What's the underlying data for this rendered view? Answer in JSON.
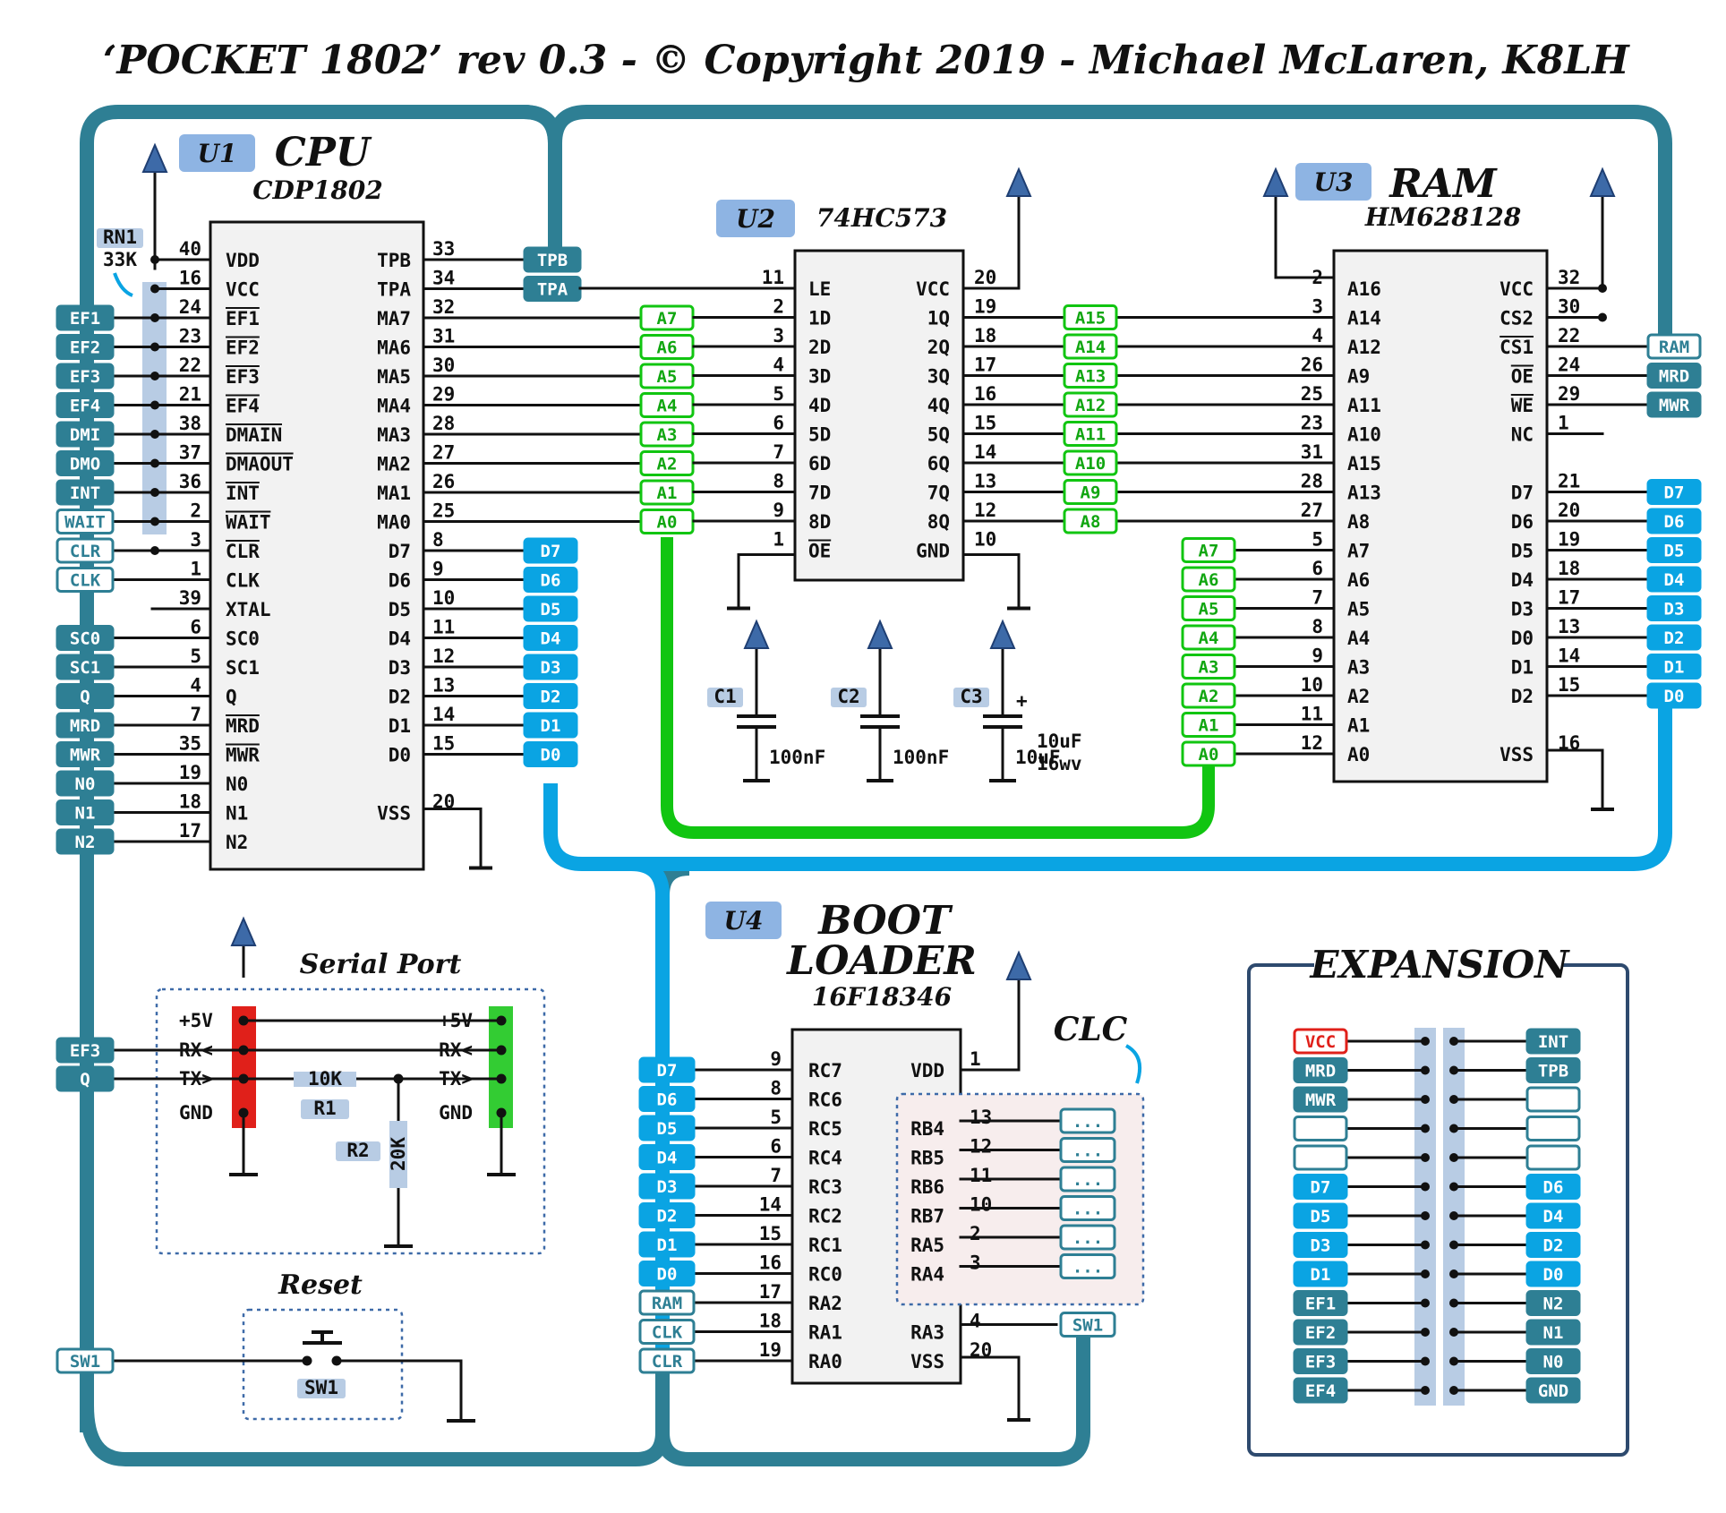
{
  "title": "‘POCKET 1802’ rev 0.3 - © Copyright 2019 - Michael McLaren, K8LH",
  "colors": {
    "bus": "#2e7f94",
    "data": "#0aa4e3",
    "addr": "#11c511",
    "badge": "#8eb4e3",
    "chip_fill": "#f2f2f2",
    "red": "#e0201a",
    "green_hdr": "#33cc33",
    "resnet": "#b8cce4"
  },
  "u1": {
    "badge": "U1",
    "name": "CPU",
    "part": "CDP1802",
    "rn1": "RN1",
    "rn1_val": "33K",
    "left": [
      {
        "pin": "40",
        "name": "VDD",
        "tag": ""
      },
      {
        "pin": "16",
        "name": "VCC",
        "tag": ""
      },
      {
        "pin": "24",
        "name": "EF1",
        "tag": "EF1",
        "over": true
      },
      {
        "pin": "23",
        "name": "EF2",
        "tag": "EF2",
        "over": true
      },
      {
        "pin": "22",
        "name": "EF3",
        "tag": "EF3",
        "over": true
      },
      {
        "pin": "21",
        "name": "EF4",
        "tag": "EF4",
        "over": true
      },
      {
        "pin": "38",
        "name": "DMAIN",
        "tag": "DMI",
        "over": true
      },
      {
        "pin": "37",
        "name": "DMAOUT",
        "tag": "DMO",
        "over": true
      },
      {
        "pin": "36",
        "name": "INT",
        "tag": "INT",
        "over": true
      },
      {
        "pin": "2",
        "name": "WAIT",
        "tag": "WAIT",
        "over": true,
        "outline": true
      },
      {
        "pin": "3",
        "name": "CLR",
        "tag": "CLR",
        "over": true,
        "outline": true
      },
      {
        "pin": "1",
        "name": "CLK",
        "tag": "CLK",
        "outline": true
      },
      {
        "pin": "39",
        "name": "XTAL",
        "tag": ""
      },
      {
        "pin": "6",
        "name": "SC0",
        "tag": "SC0"
      },
      {
        "pin": "5",
        "name": "SC1",
        "tag": "SC1"
      },
      {
        "pin": "4",
        "name": "Q",
        "tag": "Q"
      },
      {
        "pin": "7",
        "name": "MRD",
        "tag": "MRD",
        "over": true
      },
      {
        "pin": "35",
        "name": "MWR",
        "tag": "MWR",
        "over": true
      },
      {
        "pin": "19",
        "name": "N0",
        "tag": "N0"
      },
      {
        "pin": "18",
        "name": "N1",
        "tag": "N1"
      },
      {
        "pin": "17",
        "name": "N2",
        "tag": "N2"
      }
    ],
    "right": [
      {
        "pin": "33",
        "name": "TPB",
        "tag": "TPB"
      },
      {
        "pin": "34",
        "name": "TPA",
        "tag": "TPA"
      },
      {
        "pin": "32",
        "name": "MA7",
        "tag": "A7"
      },
      {
        "pin": "31",
        "name": "MA6",
        "tag": "A6"
      },
      {
        "pin": "30",
        "name": "MA5",
        "tag": "A5"
      },
      {
        "pin": "29",
        "name": "MA4",
        "tag": "A4"
      },
      {
        "pin": "28",
        "name": "MA3",
        "tag": "A3"
      },
      {
        "pin": "27",
        "name": "MA2",
        "tag": "A2"
      },
      {
        "pin": "26",
        "name": "MA1",
        "tag": "A1"
      },
      {
        "pin": "25",
        "name": "MA0",
        "tag": "A0"
      },
      {
        "pin": "8",
        "name": "D7",
        "tag": "D7"
      },
      {
        "pin": "9",
        "name": "D6",
        "tag": "D6"
      },
      {
        "pin": "10",
        "name": "D5",
        "tag": "D5"
      },
      {
        "pin": "11",
        "name": "D4",
        "tag": "D4"
      },
      {
        "pin": "12",
        "name": "D3",
        "tag": "D3"
      },
      {
        "pin": "13",
        "name": "D2",
        "tag": "D2"
      },
      {
        "pin": "14",
        "name": "D1",
        "tag": "D1"
      },
      {
        "pin": "15",
        "name": "D0",
        "tag": "D0"
      },
      {
        "pin": "",
        "name": "",
        "tag": ""
      },
      {
        "pin": "20",
        "name": "VSS",
        "tag": ""
      }
    ]
  },
  "u2": {
    "badge": "U2",
    "part": "74HC573",
    "left": [
      {
        "pin": "11",
        "name": "LE"
      },
      {
        "pin": "2",
        "name": "1D"
      },
      {
        "pin": "3",
        "name": "2D"
      },
      {
        "pin": "4",
        "name": "3D"
      },
      {
        "pin": "5",
        "name": "4D"
      },
      {
        "pin": "6",
        "name": "5D"
      },
      {
        "pin": "7",
        "name": "6D"
      },
      {
        "pin": "8",
        "name": "7D"
      },
      {
        "pin": "9",
        "name": "8D"
      },
      {
        "pin": "1",
        "name": "OE",
        "over": true
      }
    ],
    "right": [
      {
        "pin": "20",
        "name": "VCC",
        "tag": ""
      },
      {
        "pin": "19",
        "name": "1Q",
        "tag": "A15"
      },
      {
        "pin": "18",
        "name": "2Q",
        "tag": "A14"
      },
      {
        "pin": "17",
        "name": "3Q",
        "tag": "A13"
      },
      {
        "pin": "16",
        "name": "4Q",
        "tag": "A12"
      },
      {
        "pin": "15",
        "name": "5Q",
        "tag": "A11"
      },
      {
        "pin": "14",
        "name": "6Q",
        "tag": "A10"
      },
      {
        "pin": "13",
        "name": "7Q",
        "tag": "A9"
      },
      {
        "pin": "12",
        "name": "8Q",
        "tag": "A8"
      },
      {
        "pin": "10",
        "name": "GND",
        "tag": ""
      }
    ]
  },
  "u3": {
    "badge": "U3",
    "name": "RAM",
    "part": "HM628128",
    "left": [
      {
        "pin": "2",
        "name": "A16",
        "tag": ""
      },
      {
        "pin": "3",
        "name": "A14",
        "tag": ""
      },
      {
        "pin": "4",
        "name": "A12",
        "tag": ""
      },
      {
        "pin": "26",
        "name": "A9",
        "tag": ""
      },
      {
        "pin": "25",
        "name": "A11",
        "tag": ""
      },
      {
        "pin": "23",
        "name": "A10",
        "tag": ""
      },
      {
        "pin": "31",
        "name": "A15",
        "tag": ""
      },
      {
        "pin": "28",
        "name": "A13",
        "tag": ""
      },
      {
        "pin": "27",
        "name": "A8",
        "tag": ""
      },
      {
        "pin": "5",
        "name": "A7",
        "tag": "A7"
      },
      {
        "pin": "6",
        "name": "A6",
        "tag": "A6"
      },
      {
        "pin": "7",
        "name": "A5",
        "tag": "A5"
      },
      {
        "pin": "8",
        "name": "A4",
        "tag": "A4"
      },
      {
        "pin": "9",
        "name": "A3",
        "tag": "A3"
      },
      {
        "pin": "10",
        "name": "A2",
        "tag": "A2"
      },
      {
        "pin": "11",
        "name": "A1",
        "tag": "A1"
      },
      {
        "pin": "12",
        "name": "A0",
        "tag": "A0"
      }
    ],
    "right": [
      {
        "pin": "32",
        "name": "VCC",
        "tag": ""
      },
      {
        "pin": "30",
        "name": "CS2",
        "tag": ""
      },
      {
        "pin": "22",
        "name": "CS1",
        "tag": "RAM",
        "over": true,
        "outline": true
      },
      {
        "pin": "24",
        "name": "OE",
        "tag": "MRD",
        "over": true
      },
      {
        "pin": "29",
        "name": "WE",
        "tag": "MWR",
        "over": true
      },
      {
        "pin": "1",
        "name": "NC",
        "tag": ""
      },
      {
        "pin": "",
        "name": "",
        "tag": ""
      },
      {
        "pin": "21",
        "name": "D7",
        "tag": "D7"
      },
      {
        "pin": "20",
        "name": "D6",
        "tag": "D6"
      },
      {
        "pin": "19",
        "name": "D5",
        "tag": "D5"
      },
      {
        "pin": "18",
        "name": "D4",
        "tag": "D4"
      },
      {
        "pin": "17",
        "name": "D3",
        "tag": "D3"
      },
      {
        "pin": "13",
        "name": "D0",
        "tag": "D2"
      },
      {
        "pin": "14",
        "name": "D1",
        "tag": "D1"
      },
      {
        "pin": "15",
        "name": "D2",
        "tag": "D0"
      },
      {
        "pin": "",
        "name": "",
        "tag": ""
      },
      {
        "pin": "16",
        "name": "VSS",
        "tag": ""
      }
    ]
  },
  "caps": [
    {
      "ref": "C1",
      "val": "100nF"
    },
    {
      "ref": "C2",
      "val": "100nF"
    },
    {
      "ref": "C3",
      "val": "10uF",
      "val2": "16wv",
      "plus": "+"
    }
  ],
  "u4": {
    "badge": "U4",
    "name1": "BOOT",
    "name2": "LOADER",
    "part": "16F18346",
    "clc": "CLC",
    "left": [
      {
        "pin": "9",
        "name": "RC7",
        "tag": "D7"
      },
      {
        "pin": "8",
        "name": "RC6",
        "tag": "D6"
      },
      {
        "pin": "5",
        "name": "RC5",
        "tag": "D5"
      },
      {
        "pin": "6",
        "name": "RC4",
        "tag": "D4"
      },
      {
        "pin": "7",
        "name": "RC3",
        "tag": "D3"
      },
      {
        "pin": "14",
        "name": "RC2",
        "tag": "D2"
      },
      {
        "pin": "15",
        "name": "RC1",
        "tag": "D1"
      },
      {
        "pin": "16",
        "name": "RC0",
        "tag": "D0"
      },
      {
        "pin": "17",
        "name": "RA2",
        "tag": "RAM",
        "outline": true
      },
      {
        "pin": "18",
        "name": "RA1",
        "tag": "CLK",
        "outline": true
      },
      {
        "pin": "19",
        "name": "RA0",
        "tag": "CLR",
        "outline": true
      }
    ],
    "right": [
      {
        "pin": "1",
        "name": "VDD",
        "tag": ""
      },
      {
        "pin": "",
        "name": "",
        "tag": ""
      },
      {
        "pin": "13",
        "name": "RB4",
        "tag": "..."
      },
      {
        "pin": "12",
        "name": "RB5",
        "tag": "..."
      },
      {
        "pin": "11",
        "name": "RB6",
        "tag": "..."
      },
      {
        "pin": "10",
        "name": "RB7",
        "tag": "..."
      },
      {
        "pin": "2",
        "name": "RA5",
        "tag": "..."
      },
      {
        "pin": "3",
        "name": "RA4",
        "tag": "..."
      },
      {
        "pin": "",
        "name": "",
        "tag": ""
      },
      {
        "pin": "4",
        "name": "RA3",
        "tag": "SW1"
      },
      {
        "pin": "20",
        "name": "VSS",
        "tag": ""
      }
    ]
  },
  "serial": {
    "title": "Serial Port",
    "left_labels": [
      "+5V",
      "RX<",
      "TX>",
      "GND"
    ],
    "right_labels": [
      "+5V",
      "RX<",
      "TX>",
      "GND"
    ],
    "tags": [
      "EF3",
      "Q"
    ],
    "r1": "R1",
    "r1_val": "10K",
    "r2": "R2",
    "r2_val": "20K"
  },
  "reset": {
    "title": "Reset",
    "tag": "SW1",
    "sw": "SW1"
  },
  "expansion": {
    "title": "EXPANSION",
    "left": [
      "VCC",
      "MRD",
      "MWR",
      "",
      "",
      "D7",
      "D5",
      "D3",
      "D1",
      "EF1",
      "EF2",
      "EF3",
      "EF4"
    ],
    "right": [
      "INT",
      "TPB",
      "",
      "",
      "",
      "D6",
      "D4",
      "D2",
      "D0",
      "N2",
      "N1",
      "N0",
      "GND"
    ]
  }
}
